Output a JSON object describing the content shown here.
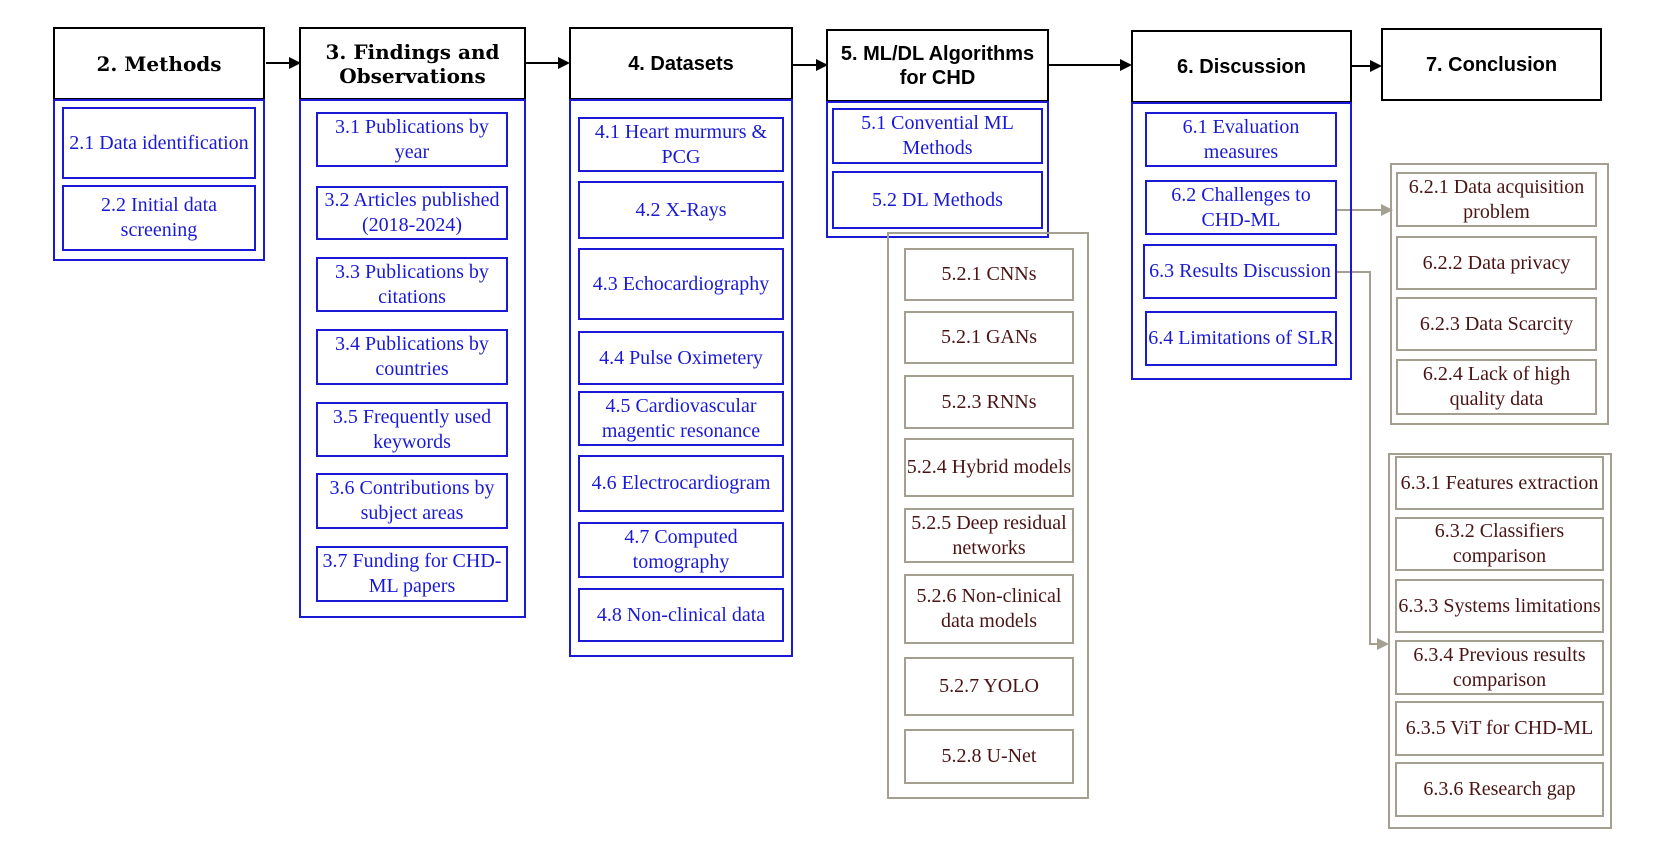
{
  "sections": {
    "s2": {
      "title": "2. Methods",
      "items": [
        "2.1 Data identification",
        "2.2 Initial data screening"
      ]
    },
    "s3": {
      "title": "3. Findings and Observations",
      "items": [
        "3.1  Publications by year",
        "3.2 Articles published (2018-2024)",
        "3.3 Publications by citations",
        "3.4 Publications by countries",
        "3.5 Frequently used keywords",
        "3.6 Contributions by subject areas",
        "3.7 Funding for CHD-ML papers"
      ]
    },
    "s4": {
      "title": "4. Datasets",
      "items": [
        "4.1 Heart murmurs & PCG",
        "4.2 X-Rays",
        "4.3 Echocardiography",
        "4.4 Pulse Oximetery",
        "4.5 Cardiovascular magentic resonance",
        "4.6 Electrocardiogram",
        "4.7 Computed tomography",
        "4.8 Non-clinical data"
      ]
    },
    "s5": {
      "title": "5. ML/DL Algorithms for CHD",
      "items": [
        "5.1 Convential ML Methods",
        "5.2 DL Methods"
      ],
      "sub": [
        "5.2.1 CNNs",
        "5.2.1 GANs",
        "5.2.3 RNNs",
        "5.2.4 Hybrid models",
        "5.2.5 Deep residual networks",
        "5.2.6 Non-clinical data models",
        "5.2.7 YOLO",
        "5.2.8 U-Net"
      ]
    },
    "s6": {
      "title": "6. Discussion",
      "items": [
        "6.1 Evaluation measures",
        "6.2 Challenges to CHD-ML",
        "6.3 Results Discussion",
        "6.4 Limitations of SLR"
      ],
      "sub62": [
        "6.2.1 Data acquisition problem",
        "6.2.2 Data privacy",
        "6.2.3 Data Scarcity",
        "6.2.4 Lack of high quality data"
      ],
      "sub63": [
        "6.3.1 Features extraction",
        "6.3.2 Classifiers comparison",
        "6.3.3 Systems limitations",
        "6.3.4 Previous results comparison",
        "6.3.5 ViT for CHD-ML",
        "6.3.6 Research gap"
      ]
    },
    "s7": {
      "title": "7. Conclusion"
    }
  },
  "colors": {
    "blue": "#1a1ad6",
    "gray": "#a59f92",
    "darkred": "#4a1414",
    "black": "#000000"
  }
}
